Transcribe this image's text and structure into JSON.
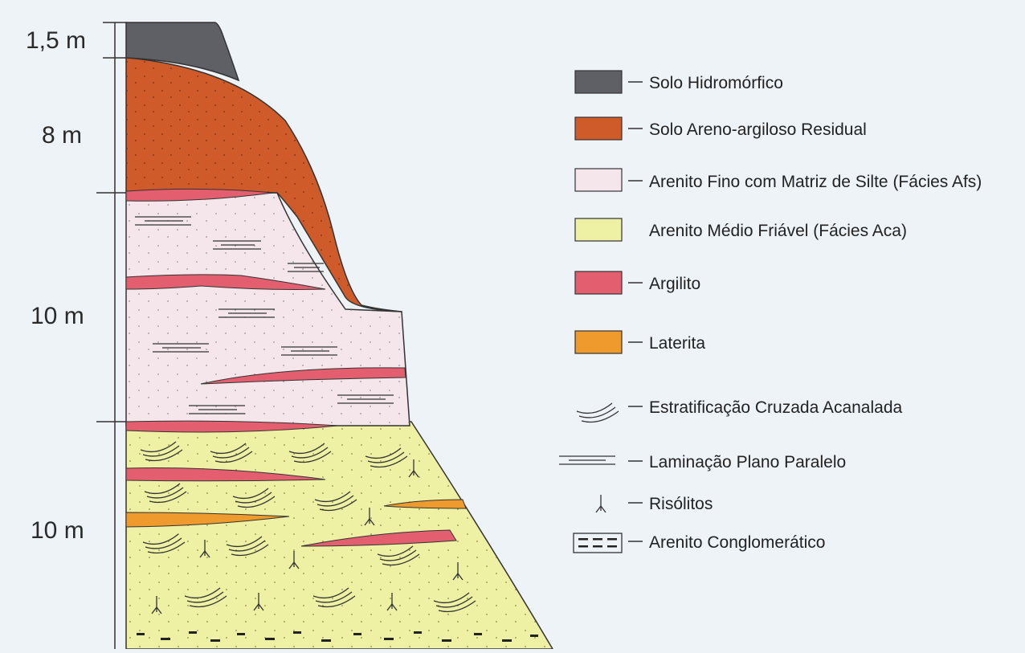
{
  "scale": {
    "labels": [
      "1,5 m",
      "8 m",
      "10 m",
      "10 m"
    ]
  },
  "legend": {
    "items": [
      {
        "id": "solo-hidromorfico",
        "label": "Solo Hidromórfico",
        "color": "#5f6065"
      },
      {
        "id": "solo-areno-argiloso",
        "label": "Solo Areno-argiloso Residual",
        "color": "#cf5a2a"
      },
      {
        "id": "arenito-fino",
        "label": "Arenito Fino com Matriz de Silte (Fácies Afs)",
        "color": "#f4e6ea"
      },
      {
        "id": "arenito-medio",
        "label": "Arenito Médio Friável (Fácies Aca)",
        "color": "#eef0a3"
      },
      {
        "id": "argilito",
        "label": "Argilito",
        "color": "#e35f6f"
      },
      {
        "id": "laterita",
        "label": "Laterita",
        "color": "#ee9a2c"
      },
      {
        "id": "estratificacao",
        "label": "Estratificação Cruzada Acanalada",
        "symbol": "cross-bedding"
      },
      {
        "id": "laminacao",
        "label": "Laminação Plano Paralelo",
        "symbol": "parallel-lines"
      },
      {
        "id": "risolitos",
        "label": "Risólitos",
        "symbol": "root"
      },
      {
        "id": "conglomeratico",
        "label": "Arenito Conglomerático",
        "symbol": "dashes-box"
      }
    ]
  }
}
